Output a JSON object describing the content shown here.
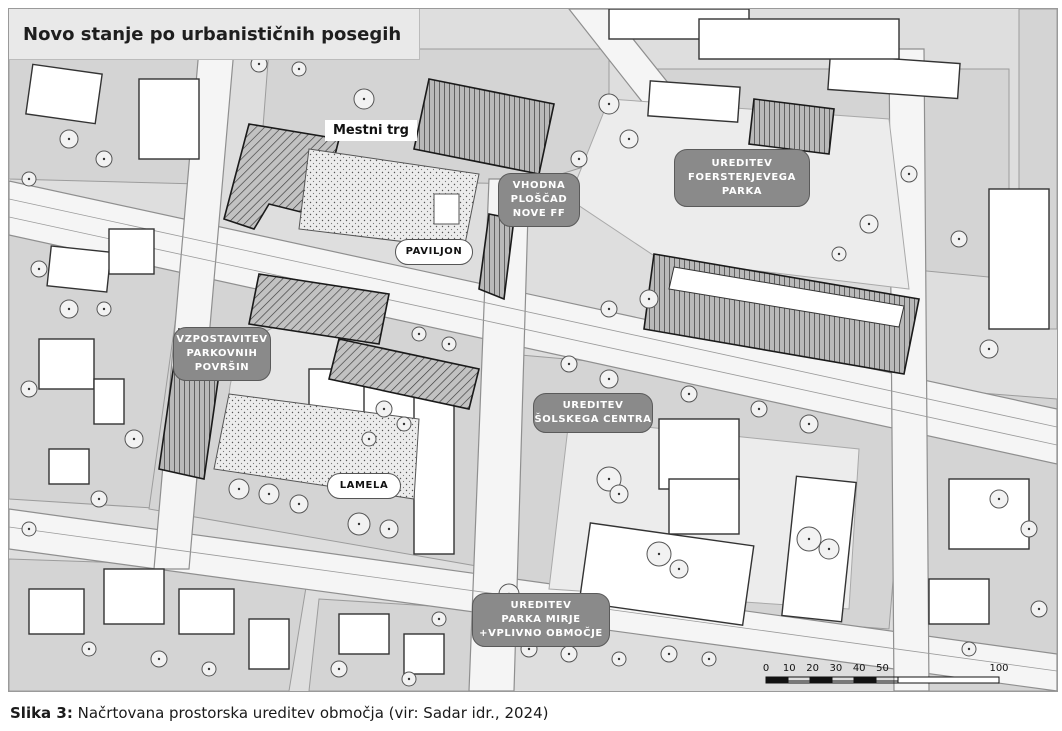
{
  "map_title": "Novo stanje po urbanističnih posegih",
  "labels": {
    "mestni_trg": "Mestni trg",
    "vhodna_ploscad": "VHODNA\nPLOŠČAD\nNOVE FF",
    "paviljon": "PAVILJON",
    "foersterjev_park": "UREDITEV\nFOERSTERJEVEGA\nPARKA",
    "parkovne_povrsine": "VZPOSTAVITEV\nPARKOVNIH\nPOVRŠIN",
    "solski_center": "UREDITEV\nŠOLSKEGA CENTRA",
    "lamela": "LAMELA",
    "park_mirje": "UREDITEV\nPARKA MIRJE\n+VPLIVNO OBMOČJE"
  },
  "scale_bar": {
    "ticks": [
      "0",
      "10",
      "20",
      "30",
      "40",
      "50",
      "100"
    ],
    "values": [
      0,
      10,
      20,
      30,
      40,
      50,
      100
    ]
  },
  "caption": {
    "prefix": "Slika 3:",
    "text": " Načrtovana prostorska ureditev območja (vir: Sadar idr., 2024)"
  },
  "colors": {
    "road": "#f4f4f4",
    "plot": "#d7d7d7",
    "building": "#ffffff",
    "new_building": "#bcbcbc",
    "park": "#ededed",
    "label_fill": "#8a8a8a"
  }
}
